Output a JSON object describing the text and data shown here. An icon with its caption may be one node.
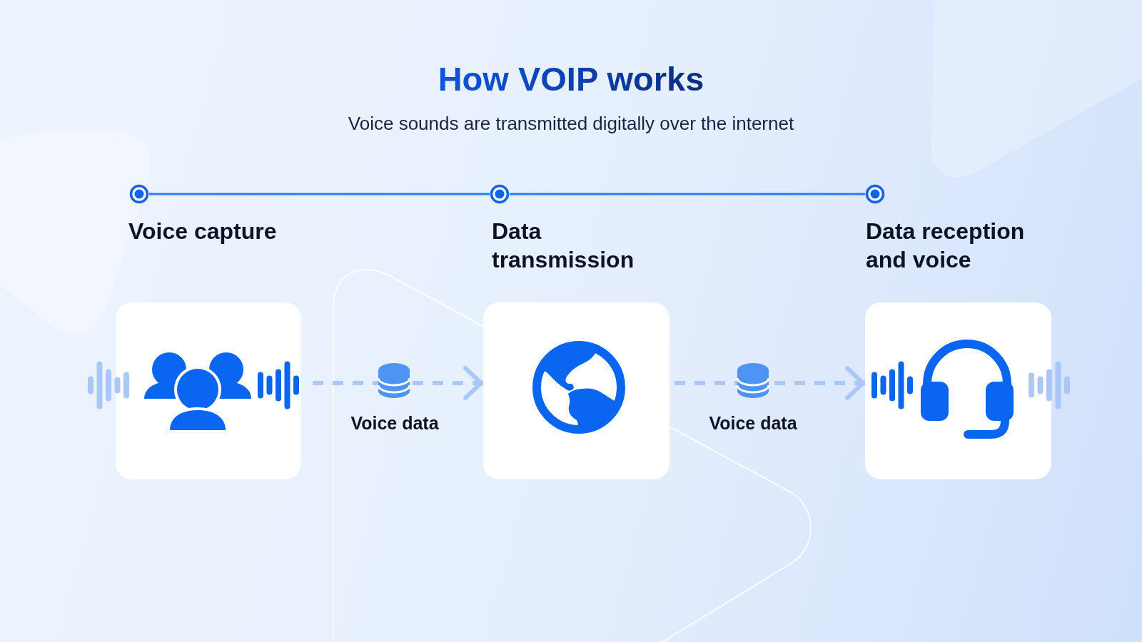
{
  "diagram": {
    "title": "How VOIP works",
    "nodes": [
      {
        "text": [],
        "shape": "circle"
      },
      {
        "text": [],
        "shape": "circle"
      },
      {
        "text": [],
        "shape": "circle"
      },
      {
        "text": [
          "Voice capture"
        ]
      },
      {
        "text": [
          "Data transmission"
        ]
      },
      {
        "text": [
          "Data reception and voice"
        ]
      }
    ],
    "edges": [
      {
        "from": 0,
        "to": 1,
        "arrow": "none"
      },
      {
        "from": 1,
        "to": 2,
        "arrow": "none"
      },
      {
        "from": 3,
        "to": 4,
        "arrow": "to",
        "label": "Voice data",
        "style": "dashed",
        "color": "#a8c8f8"
      },
      {
        "from": 4,
        "to": 5,
        "arrow": "to",
        "label": "Voice data",
        "style": "dashed",
        "color": "#a8c8f8"
      }
    ],
    "labels": [
      "Voice sounds are transmitted digitally over the internet"
    ]
  }
}
